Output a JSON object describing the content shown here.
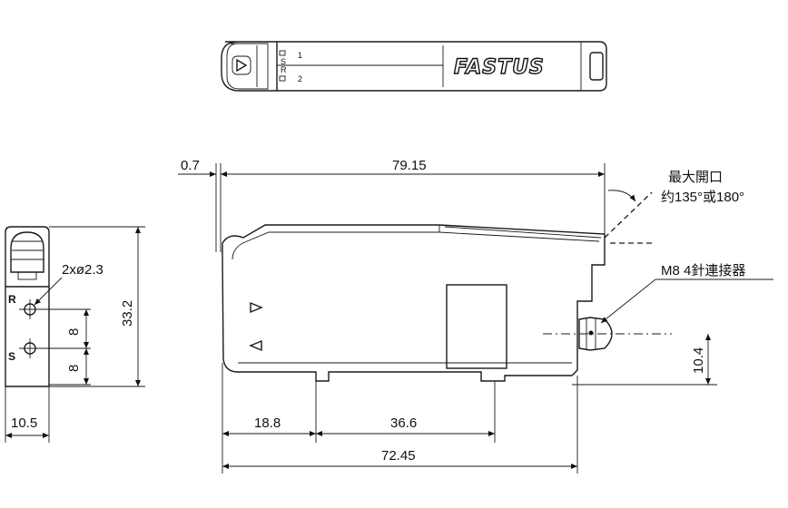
{
  "top_view": {
    "logo_text": "FASTUS",
    "channel_labels": [
      "S",
      "R"
    ],
    "channel_numbers": [
      "1",
      "2"
    ]
  },
  "side_view": {
    "hole_label": "2xø2.3",
    "marker_r": "R",
    "marker_s": "S",
    "dim_pitch_upper": "8",
    "dim_pitch_lower": "8",
    "dim_height": "33.2",
    "dim_width": "10.5"
  },
  "front_view": {
    "dim_offset": "0.7",
    "dim_top_length": "79.15",
    "cover_label_line1": "最大開口",
    "cover_label_line2": "约135°或180°",
    "connector_label": "M8 4針連接器",
    "dim_connector_height": "10.4",
    "dim_left_segment": "18.8",
    "dim_mid_segment": "36.6",
    "dim_bottom_length": "72.45"
  }
}
